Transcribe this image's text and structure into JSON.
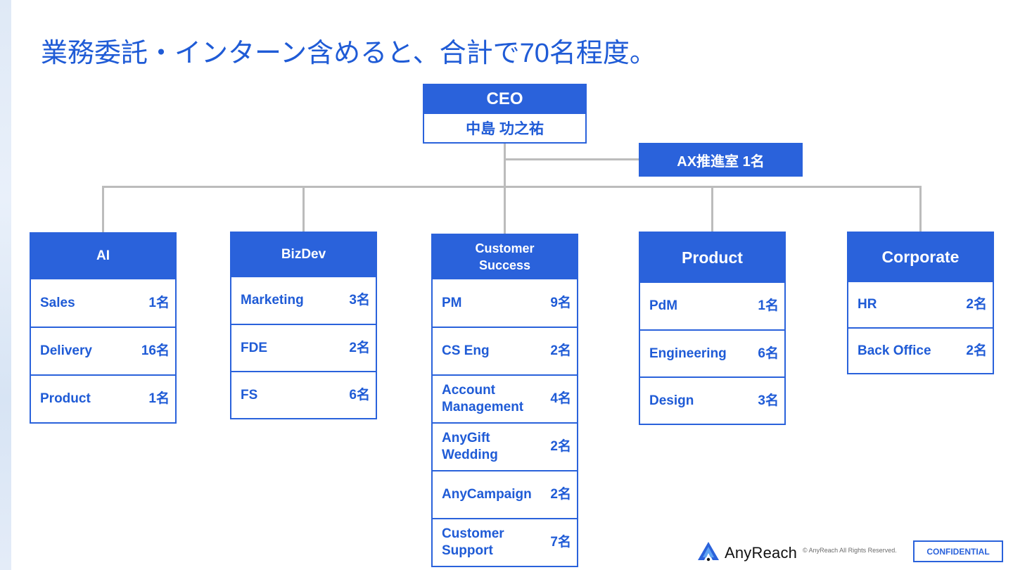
{
  "title": "業務委託・インターン含めると、合計で70名程度。",
  "ceo": {
    "role": "CEO",
    "name": "中島 功之祐"
  },
  "ax": {
    "label": "AX推進室  1名"
  },
  "departments": [
    {
      "name": "AI",
      "rows": [
        {
          "label": "Sales",
          "count": "1名"
        },
        {
          "label": "Delivery",
          "count": "16名"
        },
        {
          "label": "Product",
          "count": "1名"
        }
      ]
    },
    {
      "name": "BizDev",
      "rows": [
        {
          "label": "Marketing",
          "count": "3名"
        },
        {
          "label": "FDE",
          "count": "2名"
        },
        {
          "label": "FS",
          "count": "6名"
        }
      ]
    },
    {
      "name": "Customer\nSuccess",
      "rows": [
        {
          "label": "PM",
          "count": "9名"
        },
        {
          "label": "CS Eng",
          "count": "2名"
        },
        {
          "label": "Account\nManagement",
          "count": "4名"
        },
        {
          "label": "AnyGift\nWedding",
          "count": "2名"
        },
        {
          "label": "AnyCampaign",
          "count": "2名"
        },
        {
          "label": "Customer\nSupport",
          "count": "7名"
        }
      ]
    },
    {
      "name": "Product",
      "rows": [
        {
          "label": "PdM",
          "count": "1名"
        },
        {
          "label": "Engineering",
          "count": "6名"
        },
        {
          "label": "Design",
          "count": "3名"
        }
      ]
    },
    {
      "name": "Corporate",
      "rows": [
        {
          "label": "HR",
          "count": "2名"
        },
        {
          "label": "Back Office",
          "count": "2名"
        }
      ]
    }
  ],
  "footer": {
    "brand": "AnyReach",
    "copyright": "© AnyReach All Rights Reserved.",
    "confidential": "CONFIDENTIAL"
  },
  "colors": {
    "accent": "#2a62db",
    "text_blue": "#1f5bd6",
    "connector": "#bcbcbc"
  }
}
